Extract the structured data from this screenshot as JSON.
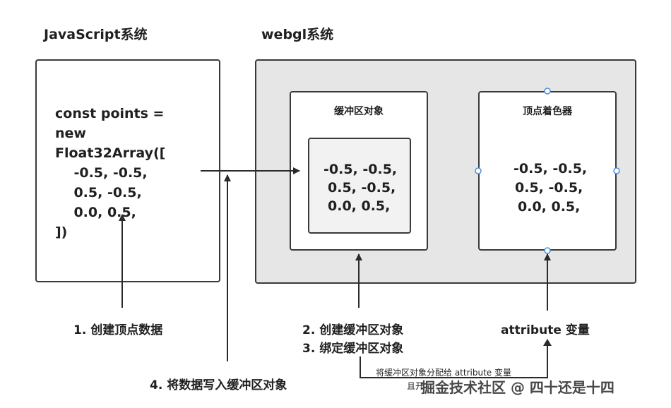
{
  "titles": {
    "js": "JavaScript系统",
    "webgl": "webgl系统"
  },
  "js_code": [
    "const points =",
    "new",
    "Float32Array([",
    "    -0.5, -0.5,",
    "    0.5, -0.5,",
    "    0.0, 0.5,",
    "])"
  ],
  "buffer": {
    "title": "缓冲区对象",
    "values": [
      "-0.5, -0.5,",
      "0.5, -0.5,",
      "0.0, 0.5,"
    ]
  },
  "shader": {
    "title": "顶点着色器",
    "values": [
      "-0.5, -0.5,",
      "0.5, -0.5,",
      "0.0, 0.5,"
    ]
  },
  "steps": {
    "s1": "1. 创建顶点数据",
    "s2": "2. 创建缓冲区对象",
    "s3": "3. 绑定缓冲区对象",
    "s4": "4. 将数据写入缓冲区对象",
    "attr": "attribute 变量"
  },
  "note": {
    "line1": "将缓冲区对象分配给 attribute 变量",
    "line2": "且开"
  },
  "watermark": "掘金技术社区 @ 四十还是十四",
  "colors": {
    "panel": "#e6e6e6",
    "inner": "#f2f2f2",
    "handle": "#4a90e2",
    "stroke": "#3a3a3a"
  }
}
